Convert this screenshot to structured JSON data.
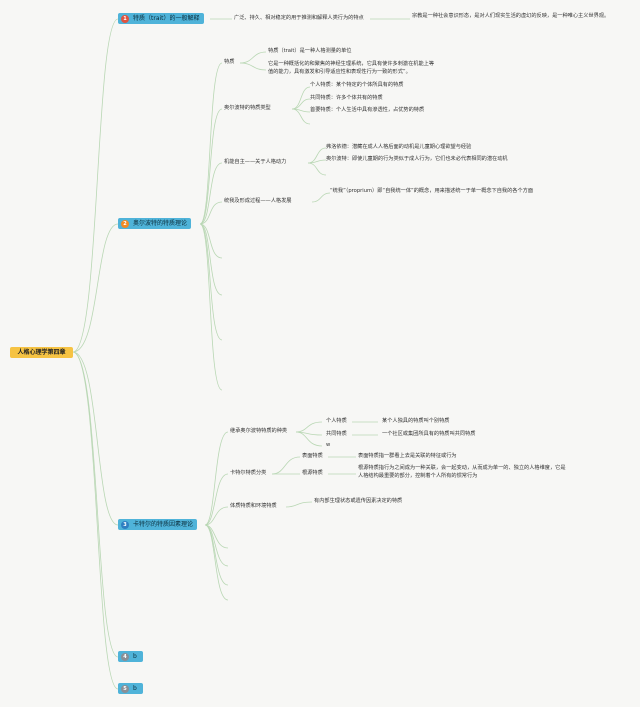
{
  "root": "人格心理学第四章",
  "colors": {
    "line": "#b9d7b4",
    "branch": "#4fb3d9",
    "root": "#f6c343",
    "badge_red": "#e0533f",
    "badge_orange": "#f08a24",
    "badge_blue": "#2f7fc1",
    "badge_gray": "#8a8f96"
  },
  "branch1": {
    "badge": "1",
    "title": "特质（trait）的一般解释",
    "desc": "广泛、持久、相对稳定的用于推测和解释人类行为的特点",
    "note": "宗教是一种社会意识形态，是对人们现实生活的虚幻的反映，是一种唯心主义世界观。"
  },
  "branch2": {
    "badge": "2",
    "title": "奥尔波特的特质理论",
    "trait": {
      "label": "特质",
      "d1": "特质（trait）是一种人格测量的单位",
      "d2": "它是一种概括化的和聚焦的神经生理系统，它具有使许多刺激在机能上等值的能力，具有激发和引导适应性和表现性行为一致的形式”。"
    },
    "types": {
      "label": "奥尔波特的特质类型",
      "t1": "个人特质：某个特定的个体所具有的特质",
      "t2": "共同特质：许多个体共有的特质",
      "t3": "首要特质：个人生活中具有渗透性，占优势的特质"
    },
    "autonomy": {
      "label": "机能自主——关于人格动力",
      "a1": "弗洛依德：潜藏在成人人格后面的动机是儿童期心理欲望与经验",
      "a2": "奥尔波特：即使儿童期的行为类似于成人行为，它们也未必代表相同的潜在动机"
    },
    "proprium": {
      "label": "统我及形成过程——人格发展",
      "p1": "“统我”（proprium）即“自我统一体”的概念，用来描述统一于单一概念下自我的各个方面"
    }
  },
  "branch3": {
    "badge": "3",
    "title": "卡特尔的特质因素理论",
    "inherit": {
      "label": "继承奥尔波特特质的种类",
      "i1": "个人特质",
      "i1d": "某个人独具的特质叫个别特质",
      "i2": "共同特质",
      "i2d": "一个社区或集团所具有的特质叫共同特质",
      "i3": "w"
    },
    "classify": {
      "label": "卡特尔特质分类",
      "c1": "表面特质",
      "c1d": "表面特质指一群看上去是关联的特征或行为",
      "c2": "根源特质",
      "c2d": "根源特质指行为之间成为一种关联，会一起变动，从而成为单一的、独立的人格维度，它是人格结构最重要的部分，控制着个人所有的惯常行为"
    },
    "constitution": {
      "label": "体质特质和环境特质",
      "d": "有内部生理状态或遗传因素决定的特质"
    }
  },
  "branch4": {
    "badge": "4",
    "title": "b"
  },
  "branch5": {
    "badge": "5",
    "title": "b"
  }
}
